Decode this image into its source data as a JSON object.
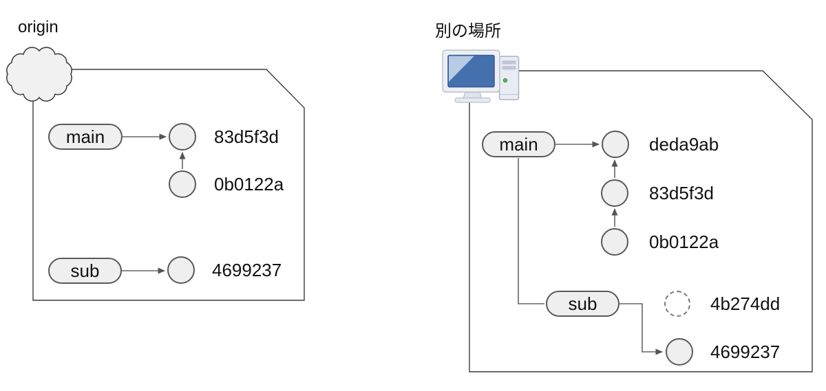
{
  "remote": {
    "title": "origin",
    "main_label": "main",
    "sub_label": "sub",
    "main_commits": [
      "83d5f3d",
      "0b0122a"
    ],
    "sub_commits": [
      "4699237"
    ]
  },
  "local": {
    "title": "別の場所",
    "main_label": "main",
    "sub_label": "sub",
    "main_commits": [
      "deda9ab",
      "83d5f3d",
      "0b0122a"
    ],
    "sub_commits": [
      "4b274dd",
      "4699237"
    ]
  },
  "colors": {
    "node_fill": "#efefef",
    "node_stroke": "#595959",
    "connector": "#666666",
    "box_border": "#3c3c3c",
    "text": "#111111",
    "monitor_screen": "#4470ad",
    "monitor_highlight": "#b7cbe4",
    "led_green": "#57b94e"
  }
}
